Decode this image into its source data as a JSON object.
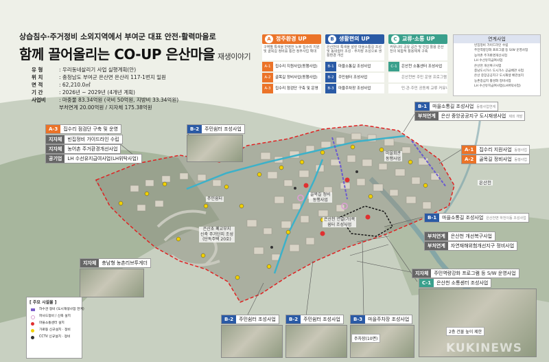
{
  "header": {
    "top_line": "상습침수·주거정비 소외지역에서 부여군 대표 안전·활력마을로",
    "title": "함께 끌어올리는 CO-UP 은산마을",
    "title_suffix": "재생이야기"
  },
  "info": [
    {
      "k": "유 형",
      "v": ": 우리동네살리기 사업 실행계획(안)"
    },
    {
      "k": "위 치",
      "v": ": 충청남도 부여군 은산면 은산리 117-1번지 일원"
    },
    {
      "k": "면 적",
      "v": ": 62,210.0㎡"
    },
    {
      "k": "기 간",
      "v": ": 2026년 ~ 2029년 (4개년 계획)"
    },
    {
      "k": "사업비",
      "v": ": 마중물 83.34억원 (국비 50억원, 지방비 33.34억원)"
    },
    {
      "k": "",
      "v": "부처연계 20.00억원 / 지자체 175.38억원"
    }
  ],
  "categories": [
    {
      "letter": "A",
      "title": "정주환경 UP",
      "color": "#eb7328",
      "desc": "구역별 특색을 반영한 노후 집수리 지원 및 골목길 정비를 통한 정주사업 확대",
      "rows": [
        {
          "code": "A-1",
          "label": "집수리 지원사업(동행사업)"
        },
        {
          "code": "A-2",
          "label": "골목길 정비사업(동행사업)"
        },
        {
          "code": "A-3",
          "label": "집수리 점검단 구축 및 운영"
        }
      ]
    },
    {
      "letter": "B",
      "title": "생활편의 UP",
      "color": "#2a5aa5",
      "desc": "은산천의 특색을 살린 마을소통길 조성 및 동네쉼터 조성 · 주차장 조성으로 생활환경 개선",
      "rows": [
        {
          "code": "B-1",
          "label": "마을소통길 조성사업"
        },
        {
          "code": "B-2",
          "label": "주민쉼터 조성사업"
        },
        {
          "code": "B-3",
          "label": "마을주차장 조성사업"
        }
      ]
    },
    {
      "letter": "C",
      "title": "교류·소통 UP",
      "color": "#3aa08c",
      "desc": "커뮤니티 공유 공간 및 빈집 활용 은산천의 복합적 활용체계 구축",
      "rows": [
        {
          "code": "C-1",
          "label": "은산천 소통센터 조성사업"
        },
        {
          "code": "",
          "label": "은산천변 주민 운영 프로그램"
        },
        {
          "code": "",
          "label": "민·관·주민 공동체 교류 커뮤니티"
        }
      ]
    }
  ],
  "linked": {
    "title": "연계사업",
    "items": [
      "빈집정비 가이드라인 수립",
      "주민역량강화 프로그램 등 S/W 운영사업",
      "농어촌 주거환경개선사업",
      "LH 수선유지급여사업",
      "은산천 개선복구사업",
      "충남도시가스 도시가스 공급배관 사업",
      "은산 중앙공공지구 도시재생 배관설치",
      "농촌중심지 활성화 정비사업",
      "LH 수선유지급여사업(LH위탁사업)"
    ]
  },
  "callouts": {
    "a3": {
      "code": "A-3",
      "label": "집수리 점검단 구축 및 운영"
    },
    "a3_sub": [
      {
        "code": "지자체",
        "label": "빈집정비 가이드라인 수립"
      },
      {
        "code": "지자체",
        "label": "농어촌 주거환경개선사업"
      },
      {
        "code": "공기업",
        "label": "LH 수선유지급여사업(LH위탁사업)"
      }
    ],
    "b2_top": {
      "code": "B-2",
      "label": "주민쉼터 조성사업"
    },
    "b1_top": {
      "code": "B-1",
      "label": "마을소통길 조성사업",
      "sub": "동행사업연계"
    },
    "b1_top_sub": {
      "code": "부처연계",
      "label": "은산 중앙공공지구 도시재생사업",
      "sub": "제외 개발"
    },
    "a1": {
      "code": "A-1",
      "label": "집수리 지원사업",
      "sub": "동행사업"
    },
    "a2": {
      "code": "A-2",
      "label": "골목길 정비사업",
      "sub": "동행사업"
    },
    "b1_mid": {
      "code": "B-1",
      "label": "마을소통길 조성사업",
      "sub": "은산천변 하천이동 조성사업"
    },
    "pr1": {
      "code": "부처연계",
      "label": "은산천 개선복구사업"
    },
    "pr2": {
      "code": "부처연계",
      "label": "자연재해위험개선지구 정비사업"
    },
    "jj": {
      "code": "지자체",
      "label": "주민역량강화 프로그램 등 S/W 운영사업"
    },
    "c1": {
      "code": "C-1",
      "label": "은산천 소통센터 조성사업"
    },
    "b2_b1": {
      "code": "B-2",
      "label": "주민쉼터 조성사업"
    },
    "b2_b2": {
      "code": "B-2",
      "label": "주민쉼터 조성사업"
    },
    "b3": {
      "code": "B-3",
      "label": "마을주차장 조성사업"
    },
    "jj_photo": {
      "code": "지자체",
      "label": "충남형 농촌리브투게더"
    }
  },
  "map_labels": {
    "river": "은산천",
    "housing": "은산초 폐교부지\n신축 주거단지 조성\n(단독주택 20호)",
    "center": "은산천 연결(가)복\n쉼터 조성사업",
    "alley": "골목길 정비\n동행사업",
    "parking": "주차장(10면)",
    "rest1": "주민쉼터",
    "meeting": "마을회관\n동행사업"
  },
  "legend": {
    "title": "[ 주요 시설물 ]",
    "items": [
      {
        "label": "하수관 정비 (도시재생사업 연계)",
        "color": "#7a5cc8"
      },
      {
        "label": "파사드정비 / 신축 설치",
        "color": "#d9a0d0"
      },
      {
        "label": "마을소통센터 설치",
        "color": "#e03030"
      },
      {
        "label": "가로등 신규설치 · 정비",
        "color": "#f0d000"
      },
      {
        "label": "CCTV 신규설치 · 정비",
        "color": "#333333"
      }
    ]
  },
  "photo_tags": {
    "p1": "주차장(10면)",
    "p2": "2층 건물 높이 제한"
  },
  "watermark": "KUKINEWS",
  "colors": {
    "orange": "#eb7328",
    "blue": "#2a5aa5",
    "green": "#3aa08c",
    "boundary": "#e02020"
  }
}
